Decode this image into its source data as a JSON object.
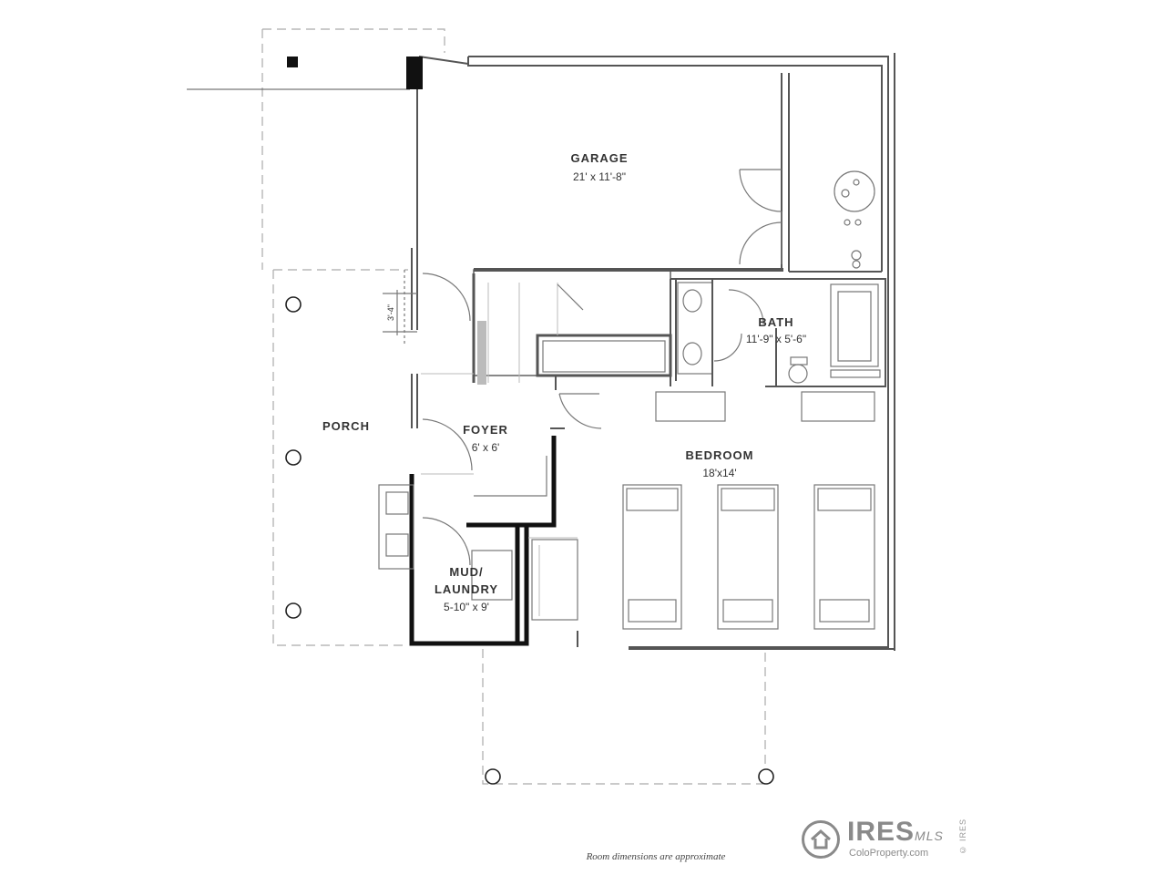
{
  "rooms": {
    "garage": {
      "name": "GARAGE",
      "dims": "21' x 11'-8\""
    },
    "bath": {
      "name": "BATH",
      "dims": "11'-9\" x 5'-6\""
    },
    "porch": {
      "name": "PORCH"
    },
    "foyer": {
      "name": "FOYER",
      "dims": "6' x 6'"
    },
    "bedroom": {
      "name": "BEDROOM",
      "dims": "18'x14'"
    },
    "mud": {
      "name_line1": "MUD/",
      "name_line2": "LAUNDRY",
      "dims": "5-10\" x 9'"
    }
  },
  "dimension_note": "3'-4\"",
  "footnote": "Room dimensions are approximate",
  "watermark": {
    "brand": "IRES",
    "brand_suffix": "MLS",
    "site": "ColoProperty.com",
    "side_text": "© IRES"
  },
  "icons": {
    "logo": "ires-house-ring-logo"
  },
  "colors": {
    "wall": "#111111",
    "line": "#555555",
    "logo": "#8a8a8a"
  }
}
